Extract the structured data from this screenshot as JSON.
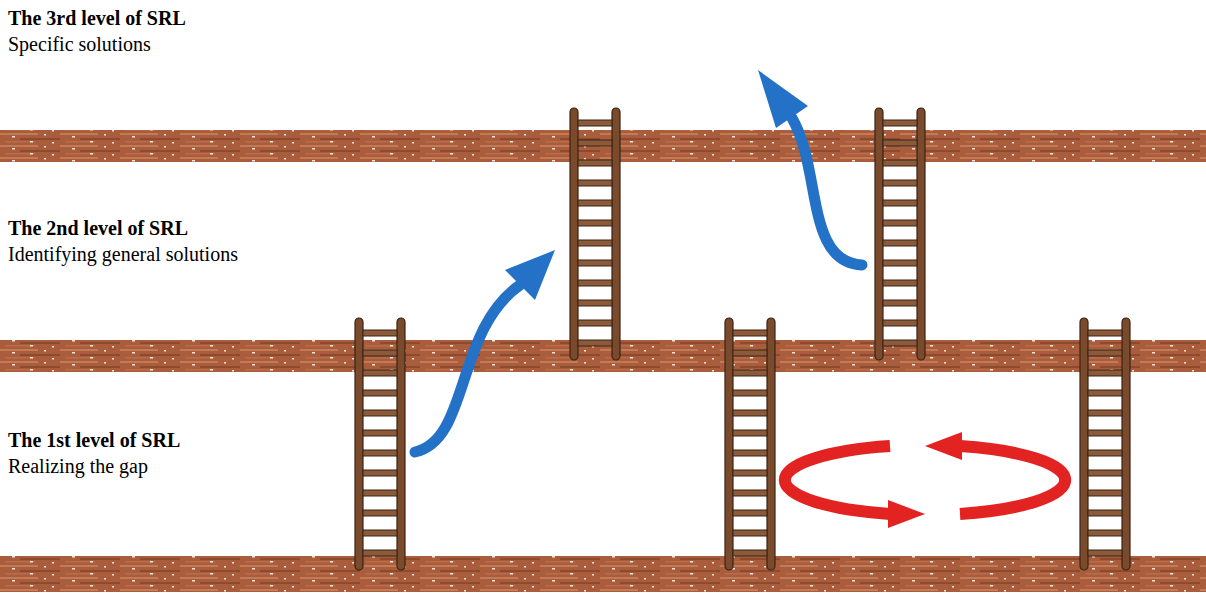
{
  "diagram": {
    "labels": [
      "The 3rd level of SRL",
      "Specific solutions",
      "The 2nd level of SRL",
      "Identifying general solutions",
      "The 1st level of SRL",
      "Realizing the gap"
    ]
  }
}
